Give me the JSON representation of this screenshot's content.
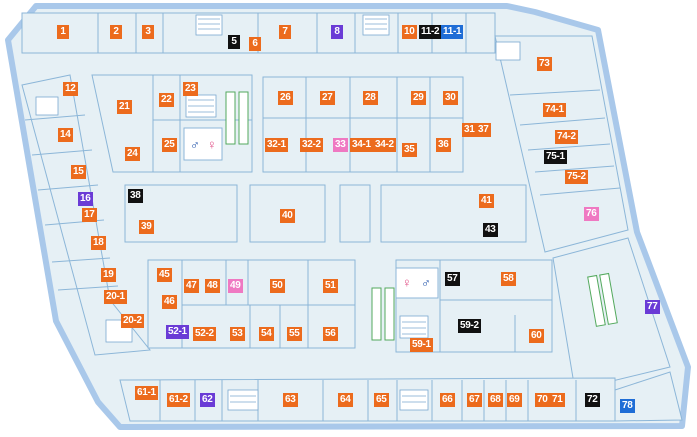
{
  "category_colors": {
    "orange": "#ec6b1d",
    "black": "#111111",
    "purple": "#6a3bd6",
    "pink": "#ef79c2",
    "blue": "#1f6dd6"
  },
  "map_colors": {
    "outer_wall": "#a9c8ea",
    "floor": "#e6f0f5",
    "room_border": "#8cb6d8",
    "escalator": "#53a95d",
    "mens_icon": "#1b4fa8",
    "womens_icon": "#e14f86"
  },
  "icons": {
    "mens_restroom": "♂",
    "womens_restroom": "♀",
    "restroom_entrance_markers": [
      "mens-restroom-icon",
      "womens-restroom-icon"
    ]
  },
  "units": [
    {
      "id": "1",
      "color": "orange"
    },
    {
      "id": "2",
      "color": "orange"
    },
    {
      "id": "3",
      "color": "orange"
    },
    {
      "id": "5",
      "color": "black"
    },
    {
      "id": "6",
      "color": "orange"
    },
    {
      "id": "7",
      "color": "orange"
    },
    {
      "id": "8",
      "color": "purple"
    },
    {
      "id": "10",
      "color": "orange"
    },
    {
      "id": "11-2",
      "color": "black"
    },
    {
      "id": "11-1",
      "color": "blue"
    },
    {
      "id": "12",
      "color": "orange"
    },
    {
      "id": "14",
      "color": "orange"
    },
    {
      "id": "15",
      "color": "orange"
    },
    {
      "id": "16",
      "color": "purple"
    },
    {
      "id": "17",
      "color": "orange"
    },
    {
      "id": "18",
      "color": "orange"
    },
    {
      "id": "19",
      "color": "orange"
    },
    {
      "id": "20-1",
      "color": "orange"
    },
    {
      "id": "20-2",
      "color": "orange"
    },
    {
      "id": "21",
      "color": "orange"
    },
    {
      "id": "22",
      "color": "orange"
    },
    {
      "id": "23",
      "color": "orange"
    },
    {
      "id": "24",
      "color": "orange"
    },
    {
      "id": "25",
      "color": "orange"
    },
    {
      "id": "26",
      "color": "orange"
    },
    {
      "id": "27",
      "color": "orange"
    },
    {
      "id": "28",
      "color": "orange"
    },
    {
      "id": "29",
      "color": "orange"
    },
    {
      "id": "30",
      "color": "orange"
    },
    {
      "id": "31",
      "color": "orange"
    },
    {
      "id": "37",
      "color": "orange"
    },
    {
      "id": "32-1",
      "color": "orange"
    },
    {
      "id": "32-2",
      "color": "orange"
    },
    {
      "id": "33",
      "color": "pink"
    },
    {
      "id": "34-1",
      "color": "orange"
    },
    {
      "id": "34-2",
      "color": "orange"
    },
    {
      "id": "35",
      "color": "orange"
    },
    {
      "id": "36",
      "color": "orange"
    },
    {
      "id": "38",
      "color": "black"
    },
    {
      "id": "39",
      "color": "orange"
    },
    {
      "id": "40",
      "color": "orange"
    },
    {
      "id": "41",
      "color": "orange"
    },
    {
      "id": "43",
      "color": "black"
    },
    {
      "id": "45",
      "color": "orange"
    },
    {
      "id": "46",
      "color": "orange"
    },
    {
      "id": "47",
      "color": "orange"
    },
    {
      "id": "48",
      "color": "orange"
    },
    {
      "id": "49",
      "color": "pink"
    },
    {
      "id": "50",
      "color": "orange"
    },
    {
      "id": "51",
      "color": "orange"
    },
    {
      "id": "52-1",
      "color": "purple"
    },
    {
      "id": "52-2",
      "color": "orange"
    },
    {
      "id": "53",
      "color": "orange"
    },
    {
      "id": "54",
      "color": "orange"
    },
    {
      "id": "55",
      "color": "orange"
    },
    {
      "id": "56",
      "color": "orange"
    },
    {
      "id": "57",
      "color": "black"
    },
    {
      "id": "58",
      "color": "orange"
    },
    {
      "id": "59-1",
      "color": "orange"
    },
    {
      "id": "59-2",
      "color": "black"
    },
    {
      "id": "60",
      "color": "orange"
    },
    {
      "id": "61-1",
      "color": "orange"
    },
    {
      "id": "61-2",
      "color": "orange"
    },
    {
      "id": "62",
      "color": "purple"
    },
    {
      "id": "63",
      "color": "orange"
    },
    {
      "id": "64",
      "color": "orange"
    },
    {
      "id": "65",
      "color": "orange"
    },
    {
      "id": "66",
      "color": "orange"
    },
    {
      "id": "67",
      "color": "orange"
    },
    {
      "id": "68",
      "color": "orange"
    },
    {
      "id": "69",
      "color": "orange"
    },
    {
      "id": "70",
      "color": "orange"
    },
    {
      "id": "71",
      "color": "orange"
    },
    {
      "id": "72",
      "color": "black"
    },
    {
      "id": "73",
      "color": "orange"
    },
    {
      "id": "74-1",
      "color": "orange"
    },
    {
      "id": "74-2",
      "color": "orange"
    },
    {
      "id": "75-1",
      "color": "black"
    },
    {
      "id": "75-2",
      "color": "orange"
    },
    {
      "id": "76",
      "color": "pink"
    },
    {
      "id": "77",
      "color": "purple"
    },
    {
      "id": "78",
      "color": "blue"
    }
  ]
}
